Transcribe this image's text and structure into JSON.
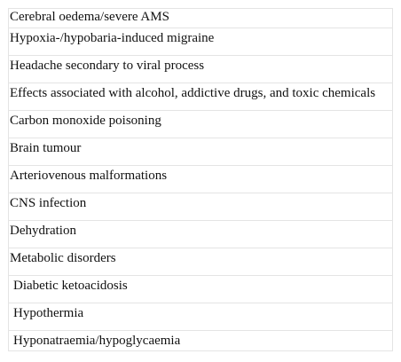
{
  "rows": [
    {
      "label": "Cerebral oedema/severe AMS",
      "indent": false
    },
    {
      "label": "Hypoxia-/hypobaria-induced migraine",
      "indent": false
    },
    {
      "label": "Headache secondary to viral process",
      "indent": false
    },
    {
      "label": "Effects associated with alcohol, addictive drugs, and toxic chemicals",
      "indent": false
    },
    {
      "label": "Carbon monoxide poisoning",
      "indent": false
    },
    {
      "label": "Brain tumour",
      "indent": false
    },
    {
      "label": "Arteriovenous malformations",
      "indent": false
    },
    {
      "label": "CNS infection",
      "indent": false
    },
    {
      "label": "Dehydration",
      "indent": false
    },
    {
      "label": "Metabolic disorders",
      "indent": false
    },
    {
      "label": "Diabetic ketoacidosis",
      "indent": true
    },
    {
      "label": "Hypothermia",
      "indent": true
    },
    {
      "label": "Hyponatraemia/hypoglycaemia",
      "indent": true
    }
  ]
}
